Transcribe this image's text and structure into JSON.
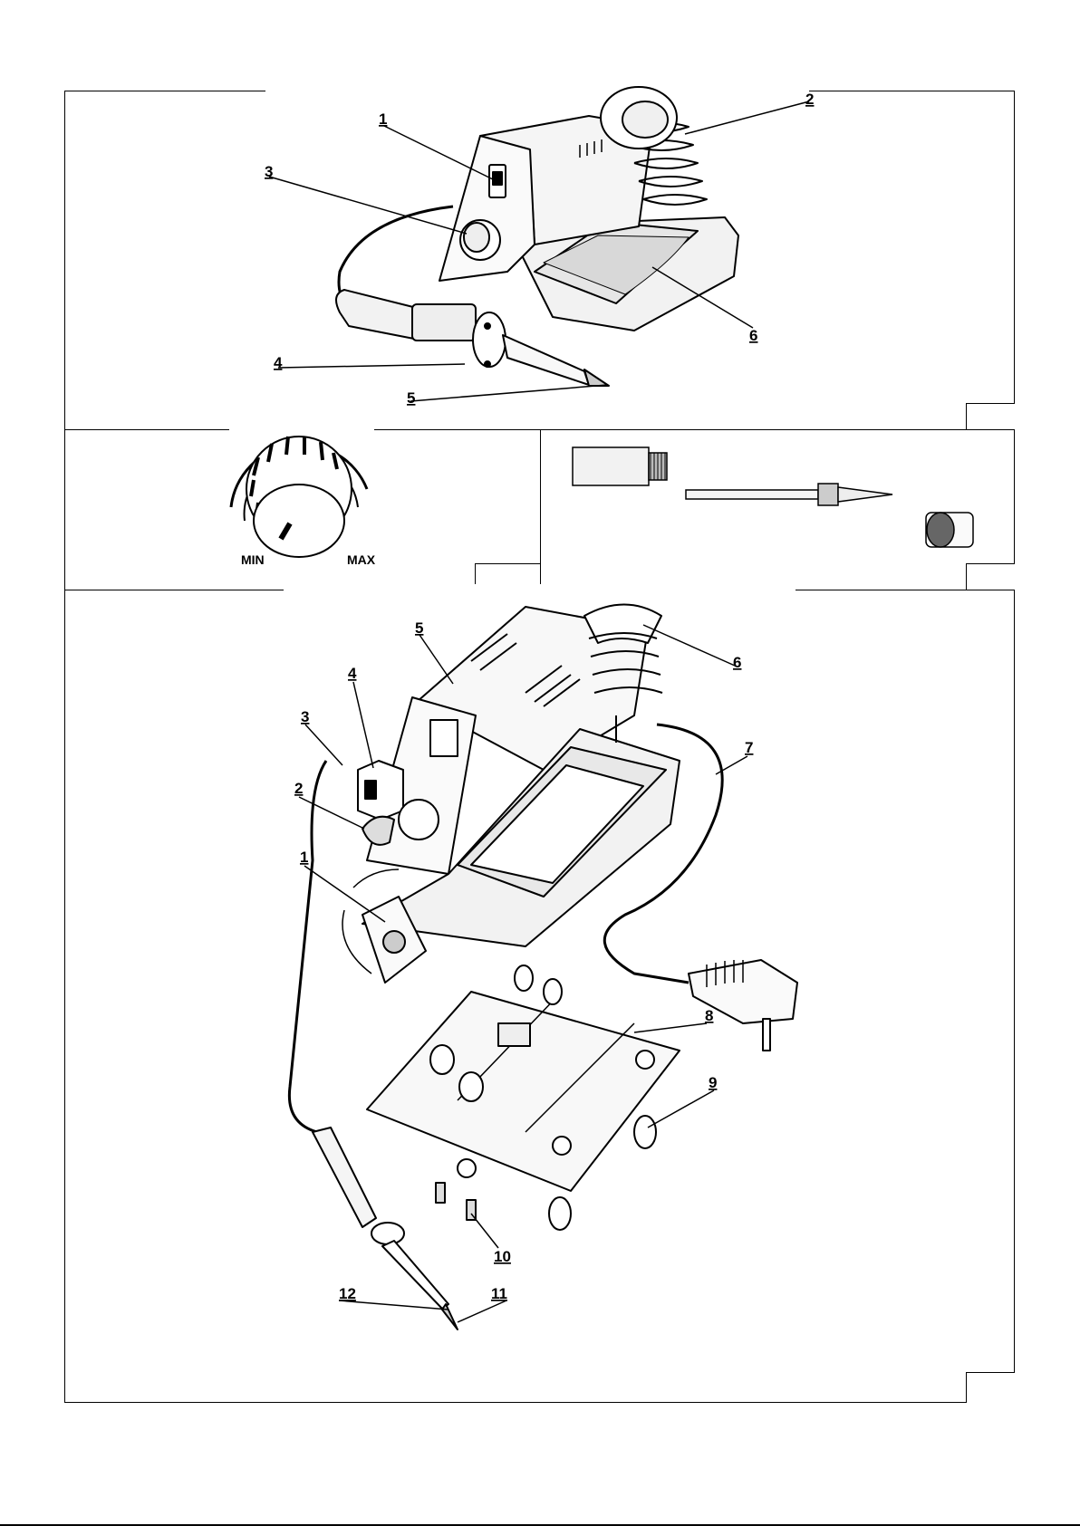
{
  "panels": {
    "overview": {
      "callouts": [
        "1",
        "2",
        "3",
        "4",
        "5",
        "6"
      ]
    },
    "knob": {
      "min_label": "MIN",
      "max_label": "MAX"
    },
    "exploded": {
      "callouts": [
        "1",
        "2",
        "3",
        "4",
        "5",
        "6",
        "7",
        "8",
        "9",
        "10",
        "11",
        "12"
      ]
    }
  }
}
